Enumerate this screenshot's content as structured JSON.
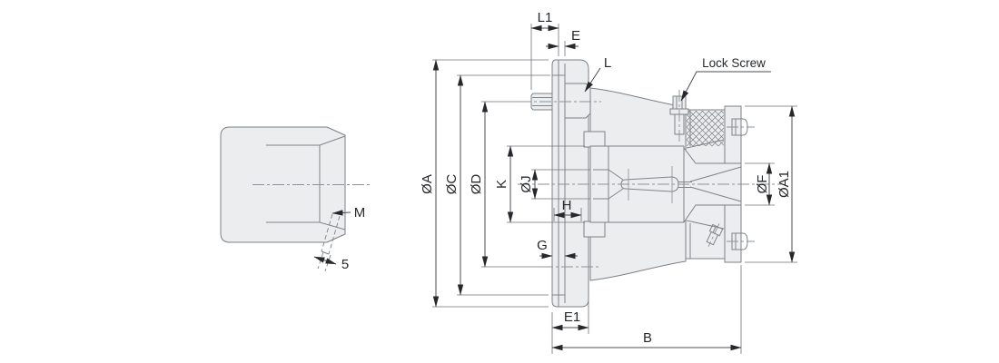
{
  "drawing": {
    "title": "collet-chuck-section-drawing",
    "dims": {
      "l1": "L1",
      "e": "E",
      "l": "L",
      "dia_a": "ØA",
      "dia_c": "ØC",
      "dia_d": "ØD",
      "k": "K",
      "dia_j": "ØJ",
      "h": "H",
      "g": "G",
      "e1": "E1",
      "b": "B",
      "dia_f": "ØF",
      "dia_a1": "ØA1",
      "m": "M",
      "depth_5": "5"
    },
    "annotations": {
      "lock_screw": "Lock Screw"
    },
    "colors": {
      "background": "#ffffff",
      "outline": "#7c8187",
      "fill": "#ecedee",
      "dimension_lines": "#4b4e52",
      "text": "#26282b"
    }
  }
}
